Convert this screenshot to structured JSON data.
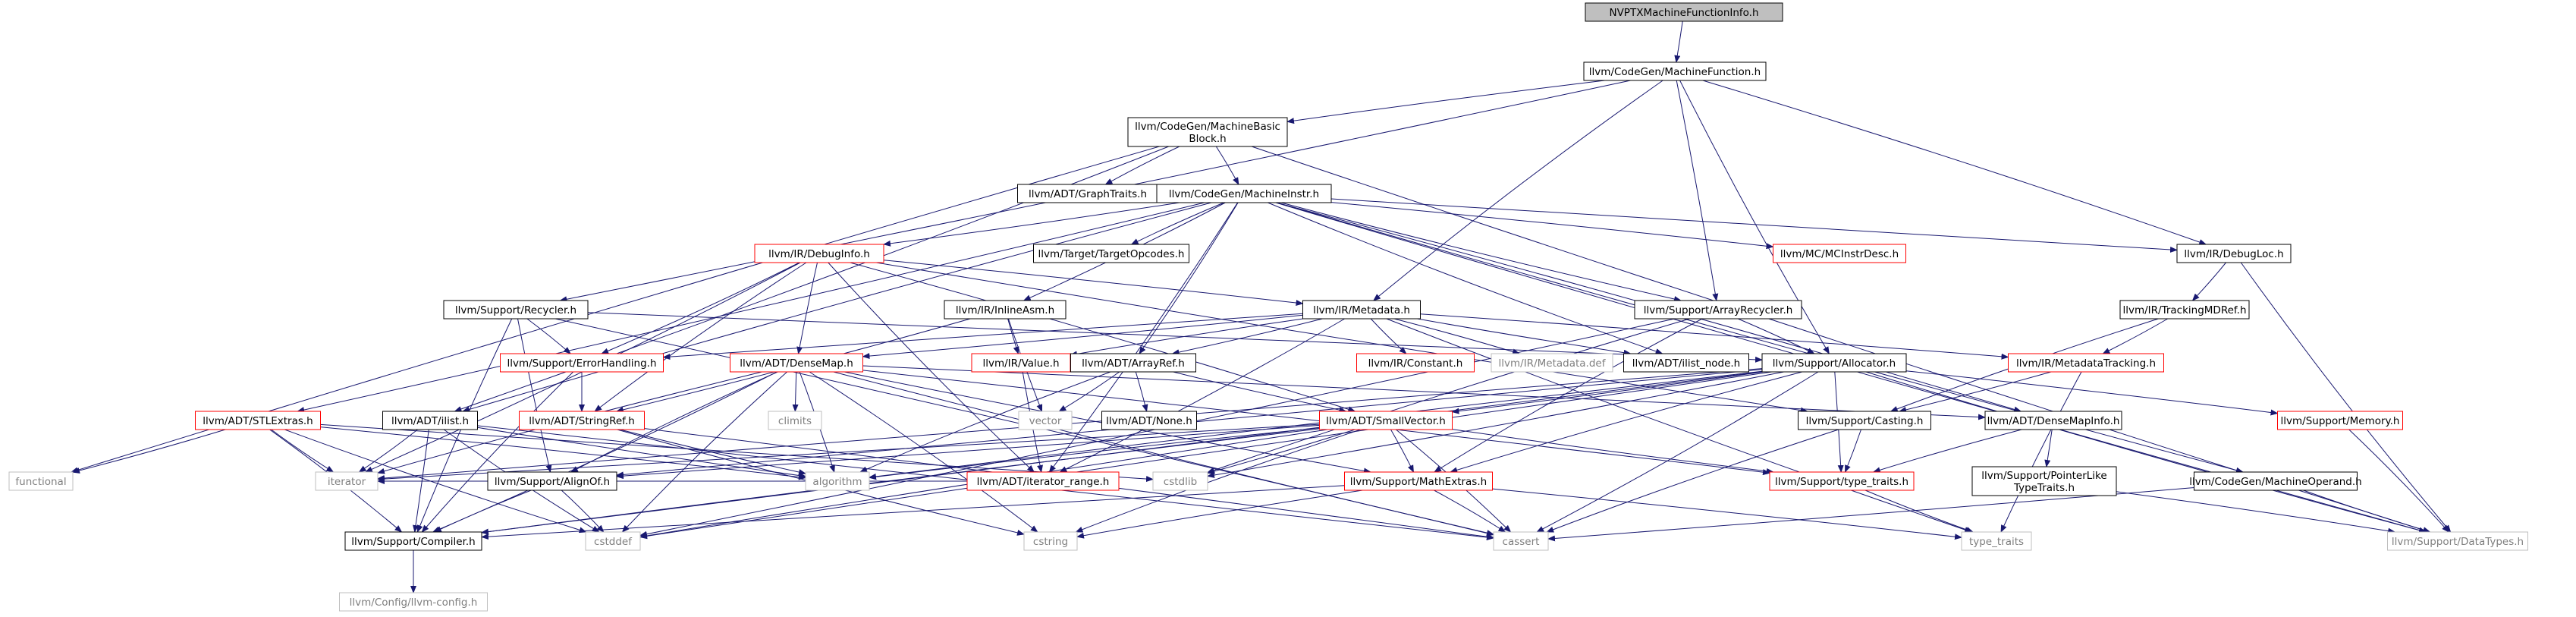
{
  "colors": {
    "node_border": "#000000",
    "node_fill": "#ffffff",
    "root_fill": "#bfbfbf",
    "truncated_border": "#ff0000",
    "external_border": "#bfbfbf",
    "external_text": "#7f7f7f",
    "edge": "#191970",
    "text": "#000000"
  },
  "nodes": [
    {
      "id": "root",
      "label": "NVPTXMachineFunctionInfo.h",
      "kind": "root"
    },
    {
      "id": "mf",
      "label": "llvm/CodeGen/MachineFunction.h",
      "kind": "normal"
    },
    {
      "id": "mbb",
      "label": "llvm/CodeGen/MachineBasic",
      "label2": "Block.h",
      "kind": "normal"
    },
    {
      "id": "gt",
      "label": "llvm/ADT/GraphTraits.h",
      "kind": "normal"
    },
    {
      "id": "mi",
      "label": "llvm/CodeGen/MachineInstr.h",
      "kind": "normal"
    },
    {
      "id": "di",
      "label": "llvm/IR/DebugInfo.h",
      "kind": "truncated"
    },
    {
      "id": "to",
      "label": "llvm/Target/TargetOpcodes.h",
      "kind": "normal"
    },
    {
      "id": "mcid",
      "label": "llvm/MC/MCInstrDesc.h",
      "kind": "truncated"
    },
    {
      "id": "dl",
      "label": "llvm/IR/DebugLoc.h",
      "kind": "normal"
    },
    {
      "id": "rec",
      "label": "llvm/Support/Recycler.h",
      "kind": "normal"
    },
    {
      "id": "ia",
      "label": "llvm/IR/InlineAsm.h",
      "kind": "normal"
    },
    {
      "id": "md",
      "label": "llvm/IR/Metadata.h",
      "kind": "normal"
    },
    {
      "id": "ar",
      "label": "llvm/Support/ArrayRecycler.h",
      "kind": "normal"
    },
    {
      "id": "tmd",
      "label": "llvm/IR/TrackingMDRef.h",
      "kind": "normal"
    },
    {
      "id": "eh",
      "label": "llvm/Support/ErrorHandling.h",
      "kind": "truncated"
    },
    {
      "id": "dm",
      "label": "llvm/ADT/DenseMap.h",
      "kind": "truncated"
    },
    {
      "id": "val",
      "label": "llvm/IR/Value.h",
      "kind": "truncated"
    },
    {
      "id": "aref",
      "label": "llvm/ADT/ArrayRef.h",
      "kind": "normal"
    },
    {
      "id": "const",
      "label": "llvm/IR/Constant.h",
      "kind": "truncated"
    },
    {
      "id": "mddef",
      "label": "llvm/IR/Metadata.def",
      "kind": "external"
    },
    {
      "id": "ilnode",
      "label": "llvm/ADT/ilist_node.h",
      "kind": "normal"
    },
    {
      "id": "alloc",
      "label": "llvm/Support/Allocator.h",
      "kind": "normal"
    },
    {
      "id": "mdt",
      "label": "llvm/IR/MetadataTracking.h",
      "kind": "truncated"
    },
    {
      "id": "stle",
      "label": "llvm/ADT/STLExtras.h",
      "kind": "truncated"
    },
    {
      "id": "ilist",
      "label": "llvm/ADT/ilist.h",
      "kind": "normal"
    },
    {
      "id": "sref",
      "label": "llvm/ADT/StringRef.h",
      "kind": "truncated"
    },
    {
      "id": "climits",
      "label": "climits",
      "kind": "external"
    },
    {
      "id": "vector",
      "label": "vector",
      "kind": "external"
    },
    {
      "id": "none",
      "label": "llvm/ADT/None.h",
      "kind": "normal"
    },
    {
      "id": "sv",
      "label": "llvm/ADT/SmallVector.h",
      "kind": "truncated"
    },
    {
      "id": "cast",
      "label": "llvm/Support/Casting.h",
      "kind": "normal"
    },
    {
      "id": "dmi",
      "label": "llvm/ADT/DenseMapInfo.h",
      "kind": "normal"
    },
    {
      "id": "mem",
      "label": "llvm/Support/Memory.h",
      "kind": "truncated"
    },
    {
      "id": "functional",
      "label": "functional",
      "kind": "external"
    },
    {
      "id": "iterator",
      "label": "iterator",
      "kind": "external"
    },
    {
      "id": "alignof",
      "label": "llvm/Support/AlignOf.h",
      "kind": "normal"
    },
    {
      "id": "algorithm",
      "label": "algorithm",
      "kind": "external"
    },
    {
      "id": "irange",
      "label": "llvm/ADT/iterator_range.h",
      "kind": "truncated"
    },
    {
      "id": "cstdlib",
      "label": "cstdlib",
      "kind": "external"
    },
    {
      "id": "mext",
      "label": "llvm/Support/MathExtras.h",
      "kind": "truncated"
    },
    {
      "id": "tt",
      "label": "llvm/Support/type_traits.h",
      "kind": "truncated"
    },
    {
      "id": "plt",
      "label": "llvm/Support/PointerLike",
      "label2": "TypeTraits.h",
      "kind": "normal"
    },
    {
      "id": "mop",
      "label": "llvm/CodeGen/MachineOperand.h",
      "kind": "normal"
    },
    {
      "id": "comp",
      "label": "llvm/Support/Compiler.h",
      "kind": "normal"
    },
    {
      "id": "cstddef",
      "label": "cstddef",
      "kind": "external"
    },
    {
      "id": "cstring",
      "label": "cstring",
      "kind": "external"
    },
    {
      "id": "cassert",
      "label": "cassert",
      "kind": "external"
    },
    {
      "id": "type_traits",
      "label": "type_traits",
      "kind": "external"
    },
    {
      "id": "dtypes",
      "label": "llvm/Support/DataTypes.h",
      "kind": "external"
    },
    {
      "id": "llvmcfg",
      "label": "llvm/Config/llvm-config.h",
      "kind": "external"
    }
  ],
  "edges": [
    [
      "root",
      "mf"
    ],
    [
      "mf",
      "mbb"
    ],
    [
      "mf",
      "rec"
    ],
    [
      "mf",
      "md"
    ],
    [
      "mf",
      "ar"
    ],
    [
      "mf",
      "alloc"
    ],
    [
      "mf",
      "dl"
    ],
    [
      "mbb",
      "gt"
    ],
    [
      "mbb",
      "mi"
    ],
    [
      "mbb",
      "functional"
    ],
    [
      "mbb",
      "ilist"
    ],
    [
      "mbb",
      "dtypes"
    ],
    [
      "mi",
      "di"
    ],
    [
      "mi",
      "to"
    ],
    [
      "mi",
      "mcid"
    ],
    [
      "mi",
      "dl"
    ],
    [
      "mi",
      "ia"
    ],
    [
      "mi",
      "ar"
    ],
    [
      "mi",
      "aref"
    ],
    [
      "mi",
      "ilnode"
    ],
    [
      "mi",
      "stle"
    ],
    [
      "mi",
      "ilist"
    ],
    [
      "mi",
      "irange"
    ],
    [
      "mi",
      "mop"
    ],
    [
      "mi",
      "dmi"
    ],
    [
      "mi",
      "dtypes"
    ],
    [
      "di",
      "md"
    ],
    [
      "di",
      "dm"
    ],
    [
      "di",
      "eh"
    ],
    [
      "di",
      "sref"
    ],
    [
      "di",
      "sv"
    ],
    [
      "di",
      "irange"
    ],
    [
      "di",
      "iterator"
    ],
    [
      "di",
      "cast"
    ],
    [
      "rec",
      "eh"
    ],
    [
      "rec",
      "alignof"
    ],
    [
      "rec",
      "alloc"
    ],
    [
      "rec",
      "comp"
    ],
    [
      "rec",
      "cassert"
    ],
    [
      "ia",
      "val"
    ],
    [
      "ia",
      "sref"
    ],
    [
      "ia",
      "vector"
    ],
    [
      "md",
      "aref"
    ],
    [
      "md",
      "const"
    ],
    [
      "md",
      "mddef"
    ],
    [
      "md",
      "ilnode"
    ],
    [
      "md",
      "mdt"
    ],
    [
      "md",
      "val"
    ],
    [
      "md",
      "dm"
    ],
    [
      "md",
      "eh"
    ],
    [
      "md",
      "irange"
    ],
    [
      "md",
      "type_traits"
    ],
    [
      "ar",
      "alloc"
    ],
    [
      "ar",
      "mext"
    ],
    [
      "ar",
      "cstddef"
    ],
    [
      "ar",
      "cstdlib"
    ],
    [
      "dl",
      "tmd"
    ],
    [
      "dl",
      "dtypes"
    ],
    [
      "tmd",
      "mdt"
    ],
    [
      "tmd",
      "cast"
    ],
    [
      "eh",
      "sref"
    ],
    [
      "eh",
      "comp"
    ],
    [
      "dm",
      "dmi"
    ],
    [
      "dm",
      "alignof"
    ],
    [
      "dm",
      "comp"
    ],
    [
      "dm",
      "mext"
    ],
    [
      "dm",
      "algorithm"
    ],
    [
      "dm",
      "cassert"
    ],
    [
      "dm",
      "climits"
    ],
    [
      "dm",
      "cstddef"
    ],
    [
      "dm",
      "cstring"
    ],
    [
      "dm",
      "iterator"
    ],
    [
      "dm",
      "tt"
    ],
    [
      "val",
      "irange"
    ],
    [
      "aref",
      "none"
    ],
    [
      "aref",
      "sv"
    ],
    [
      "aref",
      "vector"
    ],
    [
      "aref",
      "algorithm"
    ],
    [
      "alloc",
      "sv"
    ],
    [
      "alloc",
      "alignof"
    ],
    [
      "alloc",
      "comp"
    ],
    [
      "alloc",
      "mext"
    ],
    [
      "alloc",
      "mem"
    ],
    [
      "alloc",
      "algorithm"
    ],
    [
      "alloc",
      "cassert"
    ],
    [
      "alloc",
      "cstddef"
    ],
    [
      "alloc",
      "cstdlib"
    ],
    [
      "alloc",
      "iterator"
    ],
    [
      "alloc",
      "tt"
    ],
    [
      "alloc",
      "dtypes"
    ],
    [
      "mdt",
      "cast"
    ],
    [
      "mdt",
      "type_traits"
    ],
    [
      "stle",
      "comp"
    ],
    [
      "stle",
      "cstddef"
    ],
    [
      "stle",
      "functional"
    ],
    [
      "stle",
      "iterator"
    ],
    [
      "stle",
      "algorithm"
    ],
    [
      "stle",
      "cstdlib"
    ],
    [
      "ilist",
      "comp"
    ],
    [
      "ilist",
      "algorithm"
    ],
    [
      "ilist",
      "cassert"
    ],
    [
      "ilist",
      "cstddef"
    ],
    [
      "ilist",
      "iterator"
    ],
    [
      "sref",
      "algorithm"
    ],
    [
      "sref",
      "cassert"
    ],
    [
      "sref",
      "cstring"
    ],
    [
      "sv",
      "alignof"
    ],
    [
      "sv",
      "comp"
    ],
    [
      "sv",
      "mext"
    ],
    [
      "sv",
      "algorithm"
    ],
    [
      "sv",
      "cassert"
    ],
    [
      "sv",
      "cstddef"
    ],
    [
      "sv",
      "cstdlib"
    ],
    [
      "sv",
      "cstring"
    ],
    [
      "sv",
      "iterator"
    ],
    [
      "sv",
      "tt"
    ],
    [
      "cast",
      "tt"
    ],
    [
      "cast",
      "cassert"
    ],
    [
      "dmi",
      "plt"
    ],
    [
      "dmi",
      "tt"
    ],
    [
      "mem",
      "dtypes"
    ],
    [
      "alignof",
      "comp"
    ],
    [
      "alignof",
      "cstddef"
    ],
    [
      "mext",
      "comp"
    ],
    [
      "mext",
      "cassert"
    ],
    [
      "mext",
      "cstring"
    ],
    [
      "mext",
      "type_traits"
    ],
    [
      "tt",
      "type_traits"
    ],
    [
      "plt",
      "dtypes"
    ],
    [
      "mop",
      "dtypes"
    ],
    [
      "mop",
      "cassert"
    ],
    [
      "comp",
      "llvmcfg"
    ],
    [
      "irange",
      "iterator"
    ]
  ]
}
